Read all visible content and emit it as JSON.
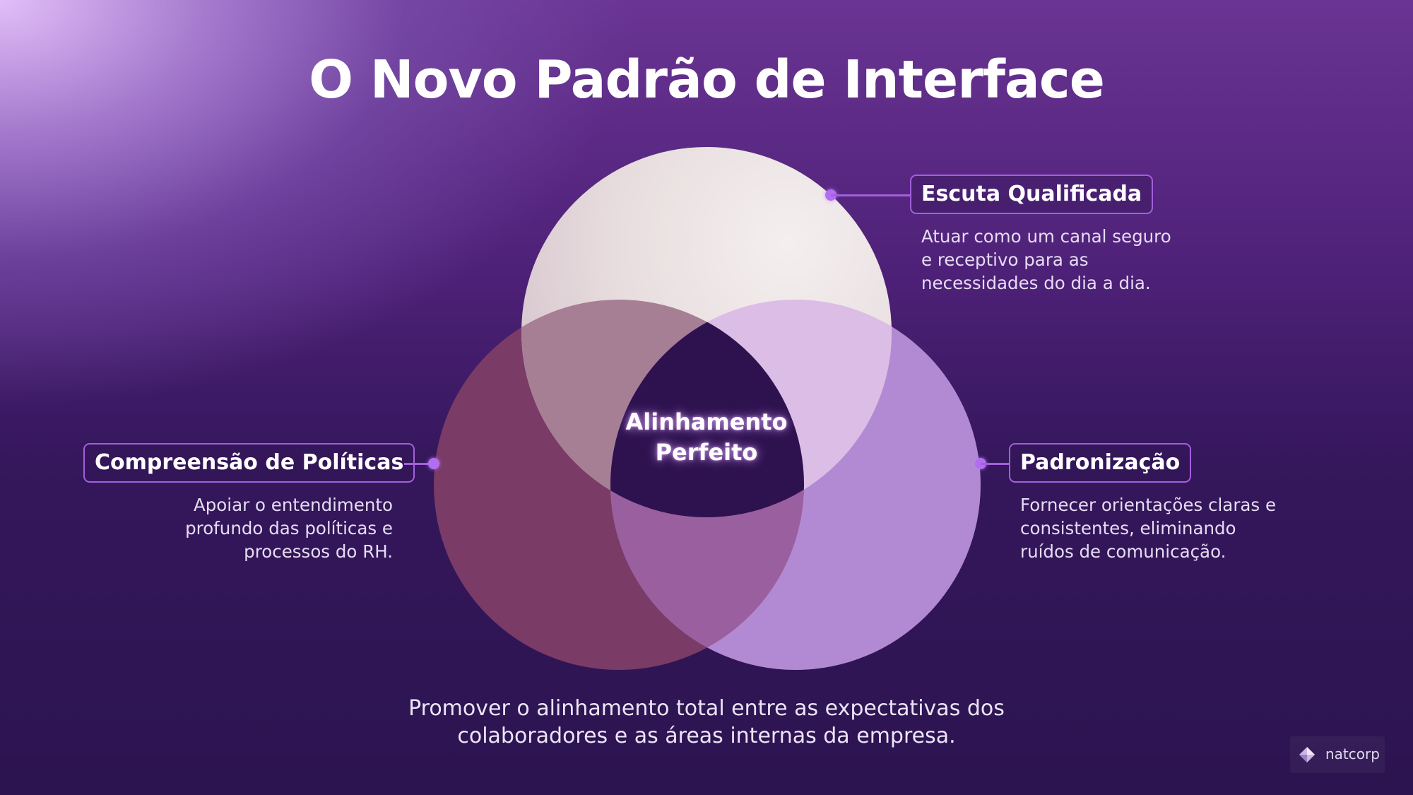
{
  "title": "O Novo Padrão de Interface",
  "center_label": [
    "Alinhamento",
    "Perfeito"
  ],
  "nodes": {
    "top": {
      "label": "Escuta Qualificada",
      "description": [
        "Atuar como um canal seguro",
        "e receptivo para as",
        "necessidades do dia a dia."
      ]
    },
    "left": {
      "label": "Compreensão de Políticas",
      "description": [
        "Apoiar o entendimento",
        "profundo das políticas e",
        "processos do RH."
      ]
    },
    "right": {
      "label": "Padronização",
      "description": [
        "Fornecer orientações claras e",
        "consistentes, eliminando",
        "ruídos de comunicação."
      ]
    }
  },
  "footer": [
    "Promover o alinhamento total entre as expectativas dos",
    "colaboradores e as áreas internas da empresa."
  ],
  "logo": {
    "text": "natcorp",
    "icon": "natcorp-diamond-icon"
  },
  "colors": {
    "accent": "#a45fdc",
    "top_circle": "#ede3e8",
    "left_circle": "#7a3b66",
    "right_circle": "#b28ad3",
    "center_region": "#2e1250"
  }
}
